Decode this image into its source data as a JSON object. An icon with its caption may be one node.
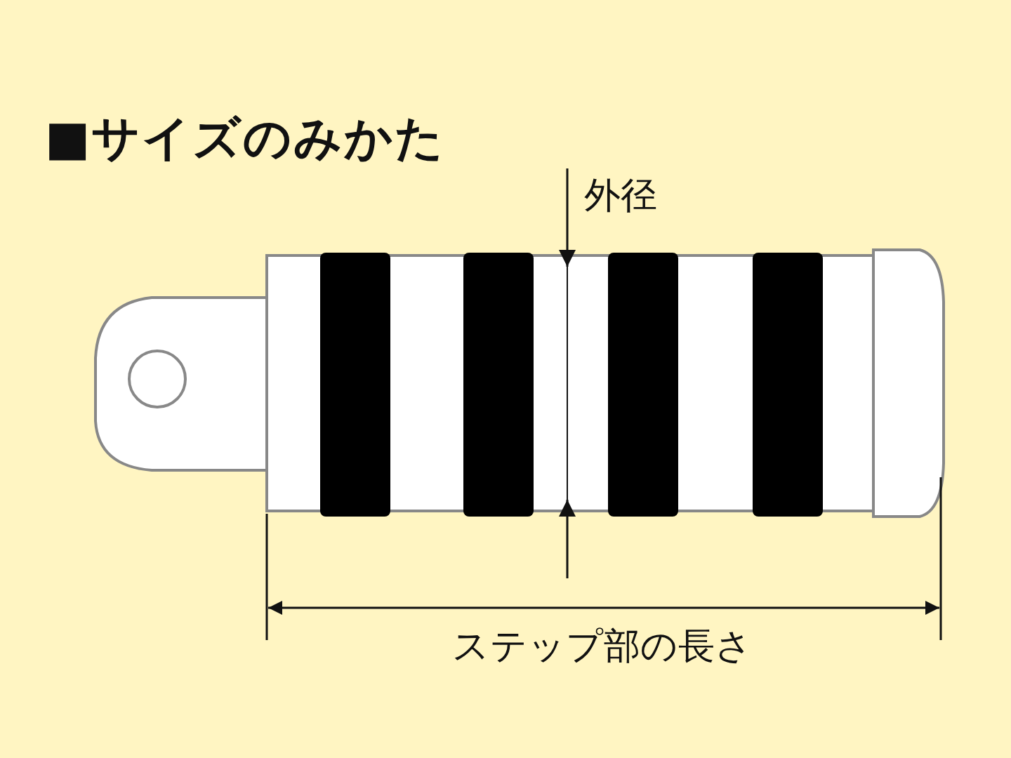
{
  "diagram": {
    "title": "■サイズのみかた",
    "labels": [
      "外径",
      "ステップ部の長さ"
    ]
  }
}
